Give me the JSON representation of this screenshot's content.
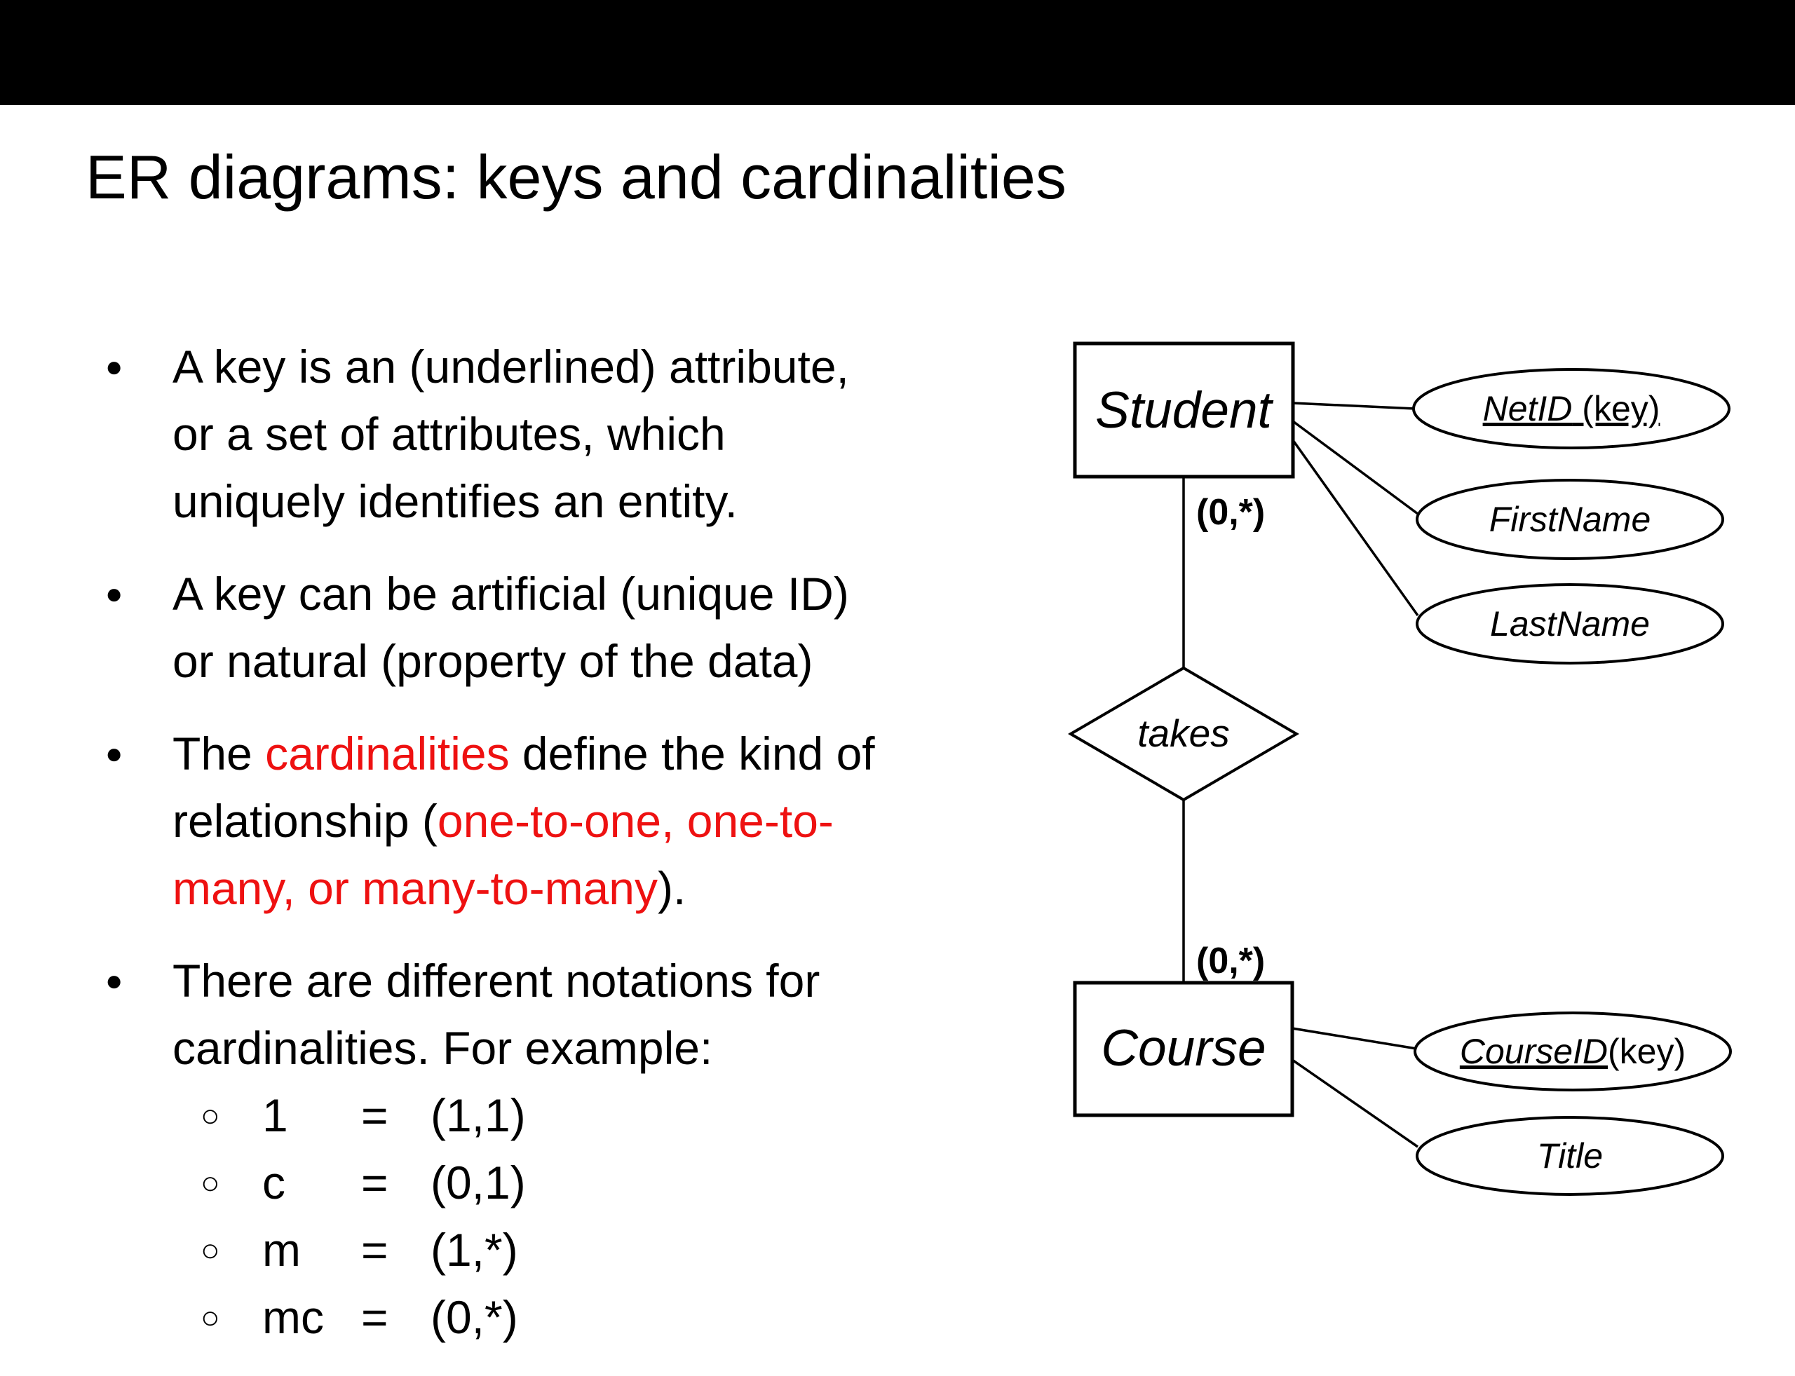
{
  "slide": {
    "title": "ER diagrams: keys and cardinalities"
  },
  "icons": {
    "bullet_dot": "●",
    "circle_bullet": "○"
  },
  "bullets": [
    {
      "lines": [
        "A key is an (underlined) attribute,",
        "or a set of attributes, which",
        "uniquely identifies an entity."
      ]
    },
    {
      "lines": [
        "A key can be artificial (unique ID)",
        "or natural (property of the data)"
      ]
    },
    {
      "l1a": "The ",
      "l1b": "cardinalities",
      "l1c": " define the kind of",
      "l2a": "relationship (",
      "l2b": "one-to-one, one-to-",
      "l3a": "many, or many-to-many",
      "l3b": ")."
    },
    {
      "lines": [
        "There are different notations for",
        "cardinalities. For example:"
      ]
    }
  ],
  "notations": [
    {
      "sym": "1",
      "eq": "=",
      "val": "(1,1)"
    },
    {
      "sym": "c",
      "eq": "=",
      "val": "(0,1)"
    },
    {
      "sym": "m",
      "eq": "=",
      "val": "(1,*)"
    },
    {
      "sym": "mc",
      "eq": "=",
      "val": "(0,*)"
    }
  ],
  "diagram": {
    "student_entity": "Student",
    "course_entity": "Course",
    "relationship": "takes",
    "cardinality_top": "(0,*)",
    "cardinality_bottom": "(0,*)",
    "attributes": {
      "netid_name": "NetID",
      "netid_suffix": " (key)",
      "firstname": "FirstName",
      "lastname": "LastName",
      "courseid_name": "CourseID",
      "courseid_suffix": "(key)",
      "course_title": "Title"
    }
  },
  "colors": {
    "accent_red": "#ee1111",
    "text": "#000000",
    "background": "#ffffff",
    "letterbox": "#000000"
  }
}
